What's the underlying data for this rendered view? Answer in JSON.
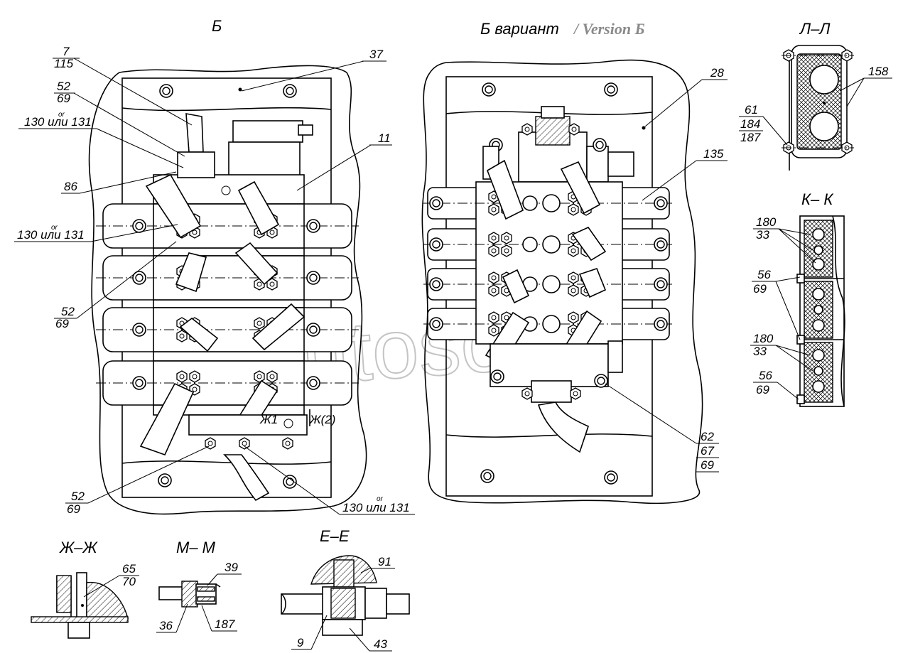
{
  "views": {
    "b": {
      "title": "Б"
    },
    "b_variant": {
      "title": "Б вариант",
      "version_label": "/ Version Б"
    },
    "l_l": {
      "title": "Л–Л"
    },
    "k_k": {
      "title": "К– К"
    },
    "zh_zh": {
      "title": "Ж–Ж"
    },
    "m_m": {
      "title": "М– М"
    },
    "e_e": {
      "title": "Е–Е"
    }
  },
  "watermark": "Autosoft",
  "callouts": {
    "b_7_115": [
      "7",
      "115"
    ],
    "b_52_69_top": [
      "52",
      "69"
    ],
    "b_130_131_top": {
      "or": "or",
      "text": "130 или 131"
    },
    "b_86": "86",
    "b_130_131_mid": {
      "or": "or",
      "text": "130 или 131"
    },
    "b_52_69_mid": [
      "52",
      "69"
    ],
    "b_37": "37",
    "b_11": "11",
    "b_52_69_bottom": [
      "52",
      "69"
    ],
    "b_130_131_bottom": {
      "or": "or",
      "text": "130 или 131"
    },
    "b_section_zh1": "Ж1",
    "b_section_zh2": "Ж(2)",
    "v_28": "28",
    "v_135": "135",
    "v_62_67_69": [
      "62",
      "67",
      "69"
    ],
    "ll_158": "158",
    "ll_61_184_187": [
      "61",
      "184",
      "187"
    ],
    "kk_180_33_top": [
      "180",
      "33"
    ],
    "kk_56_69_top": [
      "56",
      "69"
    ],
    "kk_180_33_bottom": [
      "180",
      "33"
    ],
    "kk_56_69_bottom": [
      "56",
      "69"
    ],
    "zh_65_70": [
      "65",
      "70"
    ],
    "mm_39": "39",
    "mm_36": "36",
    "mm_187": "187",
    "ee_91": "91",
    "ee_9": "9",
    "ee_43": "43"
  }
}
